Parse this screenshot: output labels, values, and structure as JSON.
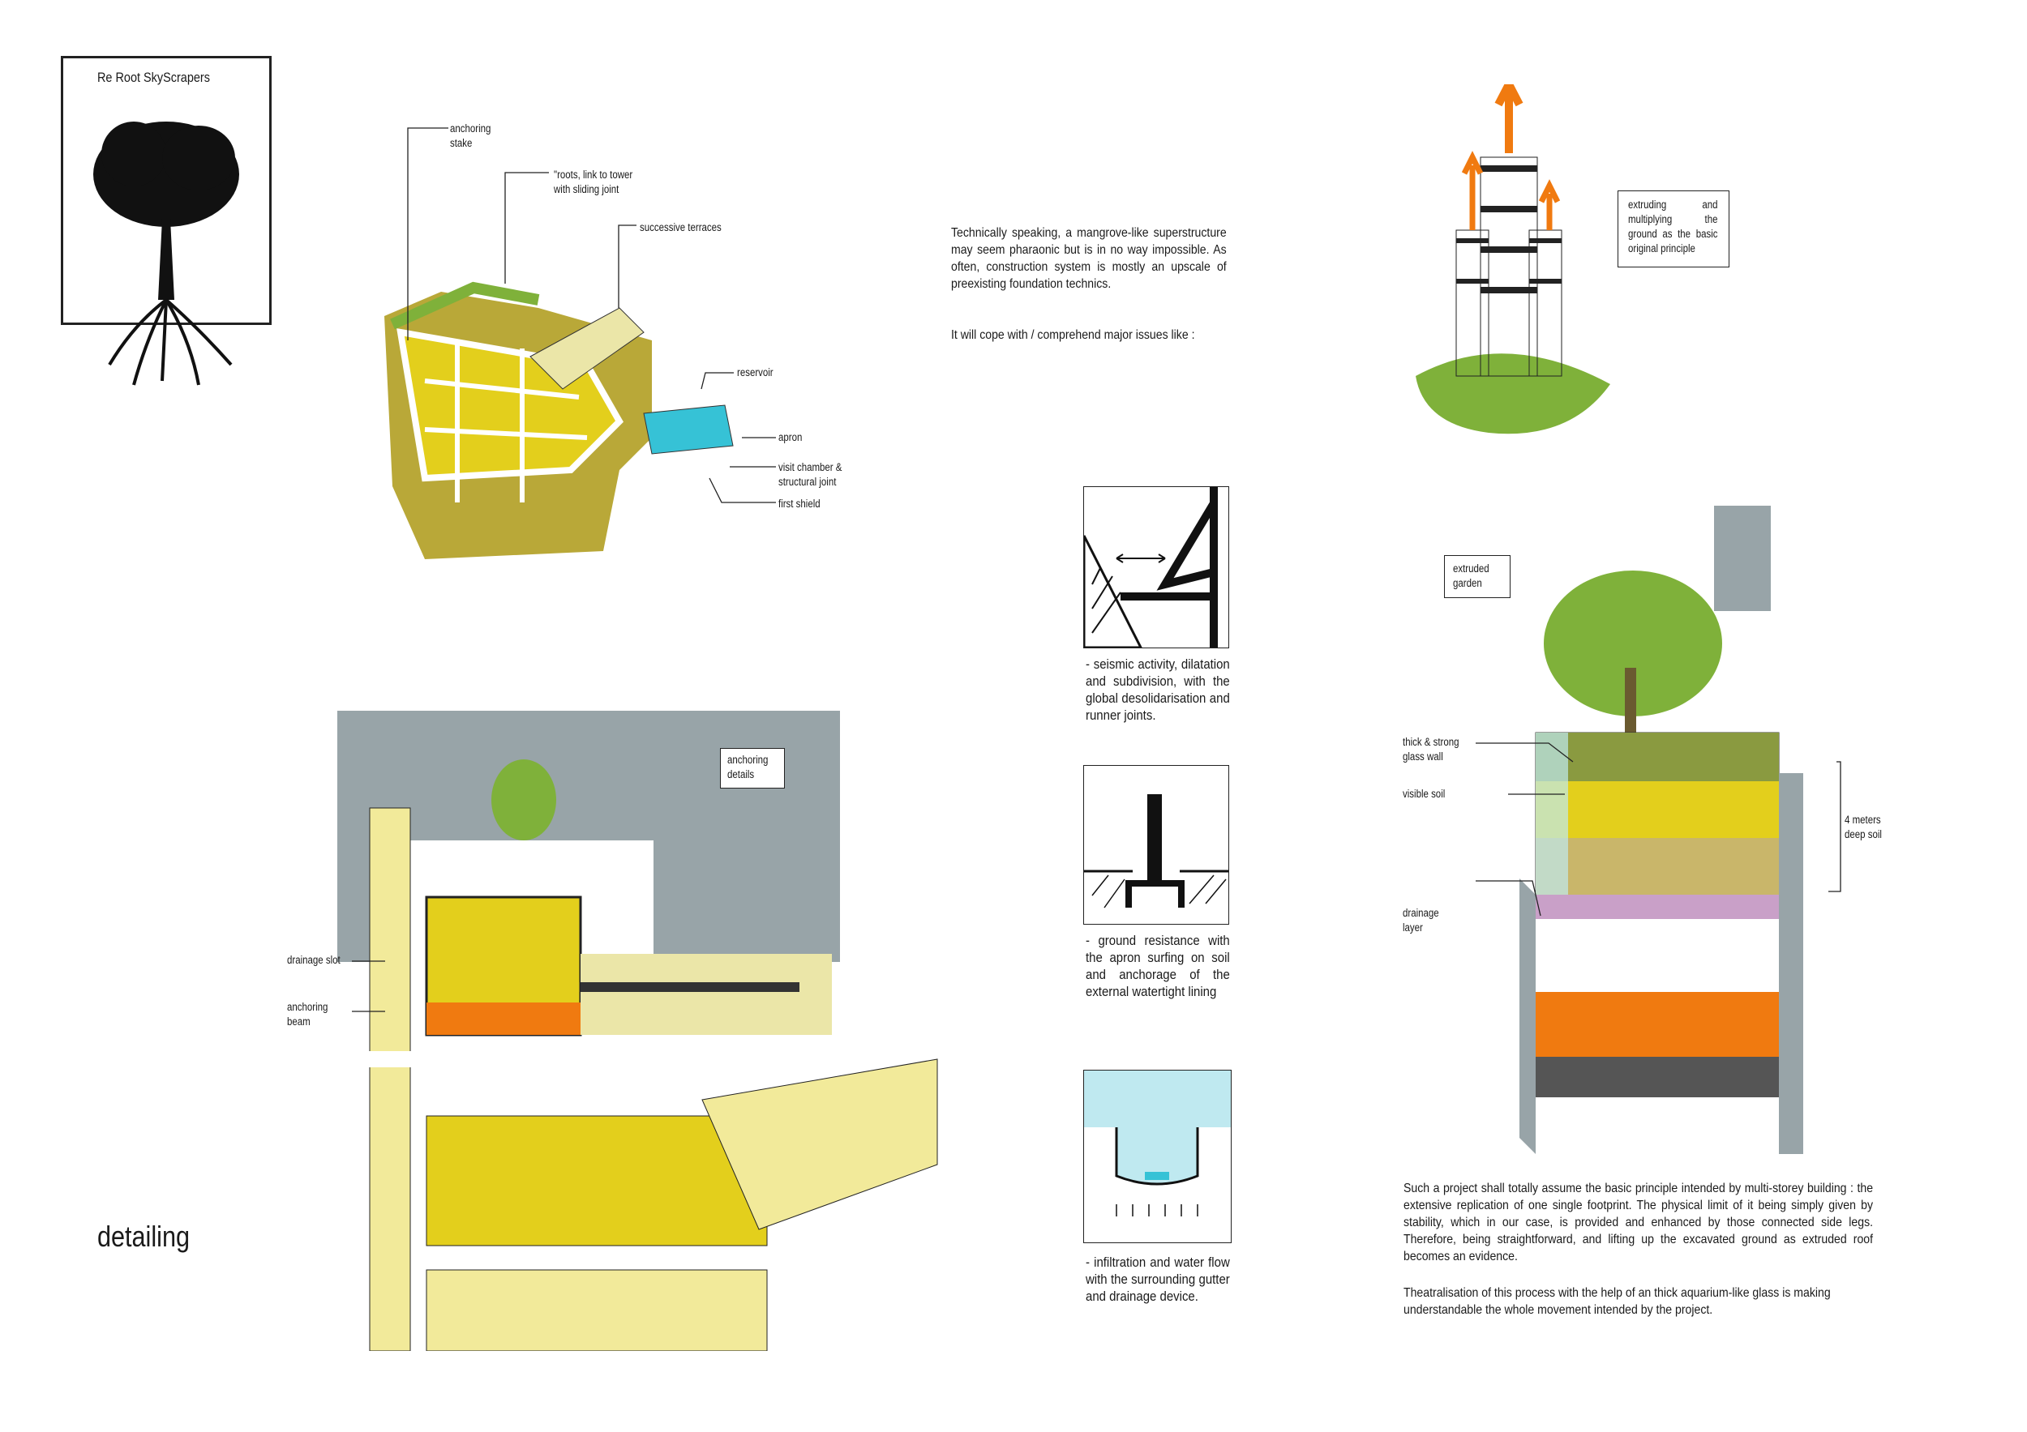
{
  "logo": {
    "title": "Re Root SkyScrapers"
  },
  "section_title": "detailing",
  "top_sketch_labels": [
    "anchoring stake",
    "\"roots, link to tower with sliding joint",
    "successive terraces",
    "reservoir",
    "apron",
    "visit chamber & structural joint",
    "first shield"
  ],
  "intro": {
    "p1": "Technically speaking, a mangrove-like superstructure may seem pharaonic but is in no way impossible.  As often, construction system is mostly an upscale of preexisting foundation technics.",
    "p2": "It will cope with / comprehend major issues like :"
  },
  "issues": [
    {
      "icon": "seismic-joint-icon",
      "text": "- seismic activity, dilatation and subdivision, with the global desolidarisation and runner joints."
    },
    {
      "icon": "ground-anchor-icon",
      "text": "- ground resistance with the apron surfing on soil and anchorage of the external watertight lining"
    },
    {
      "icon": "water-infiltration-icon",
      "text": "- infiltration and water flow with the surrounding gutter and drainage device."
    }
  ],
  "tower_note": "extruding and multiplying the ground as the basic original principle",
  "garden": {
    "box": "extruded garden",
    "labels": [
      "thick & strong glass wall",
      "visible soil",
      "4 meters deep soil",
      "drainage layer"
    ]
  },
  "detail": {
    "box": "anchoring details",
    "labels": [
      "drainage slot",
      "anchoring beam"
    ]
  },
  "conclusion": {
    "p1": "Such a project shall totally assume the basic principle intended by multi-storey building : the extensive replication of one single footprint. The physical  limit of it being simply given by stability, which in our case, is provided and enhanced by those connected side legs. Therefore, being straightforward, and lifting up the excavated ground as extruded roof becomes an evidence.",
    "p2": "Theatralisation of this process with the help of an thick aquarium-like  glass is making understandable the whole movement intended by the project."
  },
  "colors": {
    "yellow": "#e3cf1c",
    "olive": "#b9a838",
    "green": "#7fb13a",
    "cyan": "#36c2d6",
    "orange": "#f07a10",
    "sky": "#98a4a8"
  }
}
